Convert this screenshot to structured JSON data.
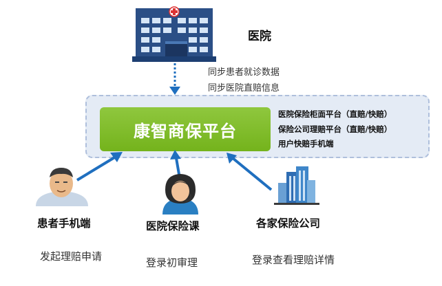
{
  "hospital": {
    "label": "医院",
    "sync_lines": [
      "同步患者就诊数据",
      "同步医院直赔信息"
    ]
  },
  "platform": {
    "name": "康智商保平台",
    "features": [
      "医院保险柜面平台（直赔/快赔）",
      "保险公司理赔平台（直赔/快赔）",
      "用户快赔手机端"
    ]
  },
  "actors": [
    {
      "name": "患者手机端",
      "action": "发起理赔申请",
      "icon": "patient-icon"
    },
    {
      "name": "医院保险课",
      "action": "登录初审理",
      "icon": "staff-headset-icon"
    },
    {
      "name": "各家保险公司",
      "action": "登录查看理赔详情",
      "icon": "office-buildings-icon"
    }
  ],
  "colors": {
    "core_green": "#7ab82a",
    "panel_blue": "#e4ebf5",
    "arrow_blue": "#1f6fbf"
  }
}
